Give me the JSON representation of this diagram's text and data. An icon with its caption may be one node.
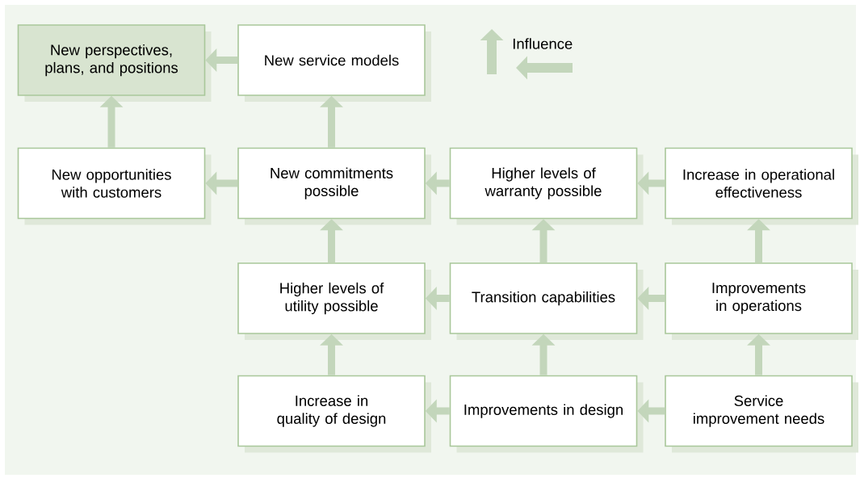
{
  "diagram": {
    "nodes": [
      {
        "text": [
          "New perspectives, plans, and positions"
        ]
      },
      {
        "text": [
          "New service models"
        ]
      },
      {
        "text": [
          "New opportunities with customers"
        ]
      },
      {
        "text": [
          "New commitments possible"
        ]
      },
      {
        "text": [
          "Higher levels of warranty possible"
        ]
      },
      {
        "text": [
          "Increase in operational effectiveness"
        ]
      },
      {
        "text": [
          "Higher levels of utility possible"
        ]
      },
      {
        "text": [
          "Transition capabilities"
        ]
      },
      {
        "text": [
          "Improvements in operations"
        ]
      },
      {
        "text": [
          "Increase in quality of design"
        ]
      },
      {
        "text": [
          "Improvements in design"
        ]
      },
      {
        "text": [
          "Service improvement needs"
        ]
      }
    ],
    "edges": [
      {
        "from": 1,
        "to": 0,
        "arrow": "to"
      },
      {
        "from": 2,
        "to": 0,
        "arrow": "to"
      },
      {
        "from": 3,
        "to": 1,
        "arrow": "to"
      },
      {
        "from": 3,
        "to": 2,
        "arrow": "to"
      },
      {
        "from": 4,
        "to": 3,
        "arrow": "to"
      },
      {
        "from": 5,
        "to": 4,
        "arrow": "to"
      },
      {
        "from": 6,
        "to": 3,
        "arrow": "to"
      },
      {
        "from": 7,
        "to": 6,
        "arrow": "to"
      },
      {
        "from": 7,
        "to": 4,
        "arrow": "to"
      },
      {
        "from": 8,
        "to": 7,
        "arrow": "to"
      },
      {
        "from": 8,
        "to": 5,
        "arrow": "to"
      },
      {
        "from": 9,
        "to": 6,
        "arrow": "to"
      },
      {
        "from": 10,
        "to": 9,
        "arrow": "to"
      },
      {
        "from": 10,
        "to": 7,
        "arrow": "to"
      },
      {
        "from": 11,
        "to": 10,
        "arrow": "to"
      },
      {
        "from": 11,
        "to": 8,
        "arrow": "to"
      }
    ],
    "legend": [
      {
        "text": "Influence"
      }
    ]
  }
}
